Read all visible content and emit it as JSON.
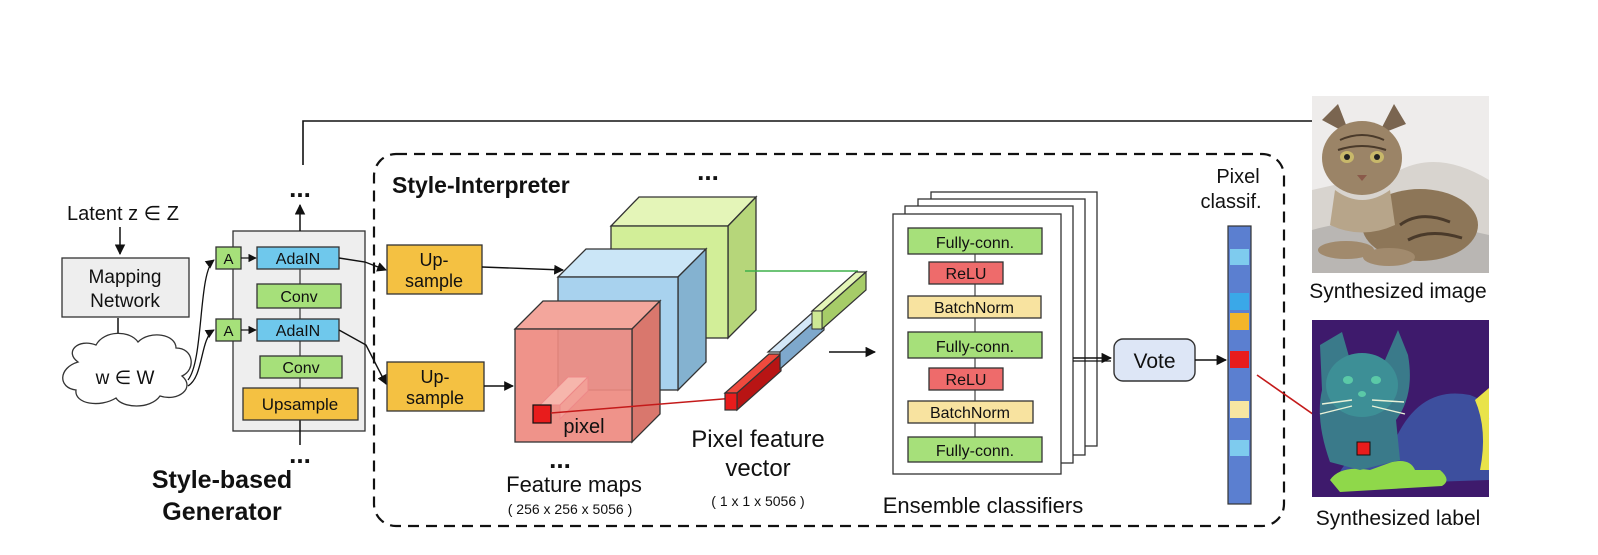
{
  "generator": {
    "title_line1": "Style-based",
    "title_line2": "Generator",
    "latent_label": "Latent z ∈ Z",
    "mapping_line1": "Mapping",
    "mapping_line2": "Network",
    "w_label": "w ∈ W",
    "a_label": "A",
    "adain_label": "AdaIN",
    "conv_label": "Conv",
    "upsample_label": "Upsample",
    "ellipsis": "..."
  },
  "interpreter": {
    "title": "Style-Interpreter",
    "upsample_line1": "Up-",
    "upsample_line2": "sample",
    "pixel_label": "pixel",
    "feature_maps_label": "Feature maps",
    "feature_maps_dims": "( 256 x 256 x 5056 )",
    "pixel_feature_line1": "Pixel feature",
    "pixel_feature_line2": "vector",
    "pixel_feature_dims": "( 1 x 1 x 5056 )",
    "ensemble_label": "Ensemble classifiers",
    "layers": [
      "Fully-conn.",
      "ReLU",
      "BatchNorm",
      "Fully-conn.",
      "ReLU",
      "BatchNorm",
      "Fully-conn."
    ],
    "vote_label": "Vote",
    "pixel_classif_line1": "Pixel",
    "pixel_classif_line2": "classif.",
    "ellipsis": "..."
  },
  "outputs": {
    "image_label": "Synthesized image",
    "label_label": "Synthesized label"
  },
  "colors": {
    "feature_red": "#ee8a80",
    "feature_blue": "#a8d2ee",
    "feature_green": "#d2ee98",
    "pixel_red": "#e81c1c",
    "classif_bar": "#5b7fd0"
  }
}
